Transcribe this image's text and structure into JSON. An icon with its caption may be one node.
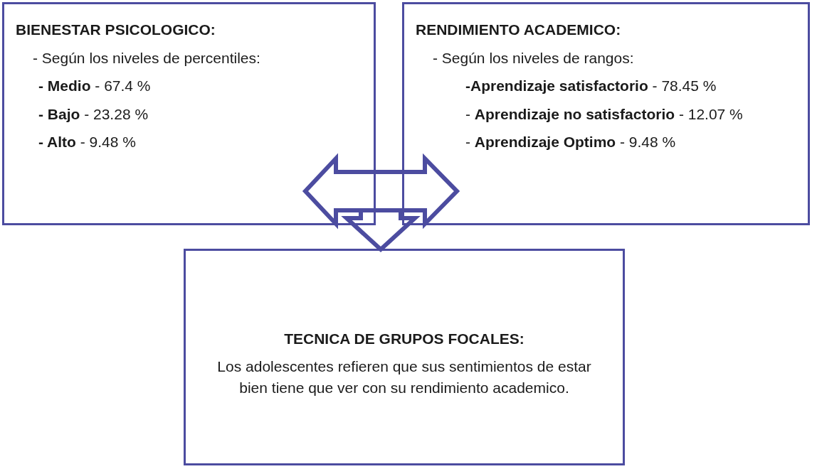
{
  "diagram": {
    "nodes": [
      {
        "text": [
          "BIENESTAR PSICOLOGICO:",
          "- Según los niveles de percentiles:",
          "**-  Medio** - 67.4 %",
          "**-  Bajo** - 23.28 %",
          "**-  Alto** - 9.48 %"
        ]
      },
      {
        "text": [
          "RENDIMIENTO ACADEMICO:",
          "- Según los niveles de rangos:",
          "**-Aprendizaje satisfactorio** - 78.45 %",
          "- **Aprendizaje no satisfactorio** -  12.07 %",
          "- **Aprendizaje Optimo** - 9.48 %"
        ]
      },
      {
        "text": [
          "TECNICA DE GRUPOS FOCALES:",
          "Los adolescentes refieren que sus sentimientos de estar bien tiene que ver con su rendimiento academico."
        ]
      }
    ],
    "edges": [
      {
        "from": 0,
        "to": 1,
        "arrow": "both"
      },
      {
        "from": null,
        "to": 2,
        "arrow": "to"
      }
    ]
  }
}
